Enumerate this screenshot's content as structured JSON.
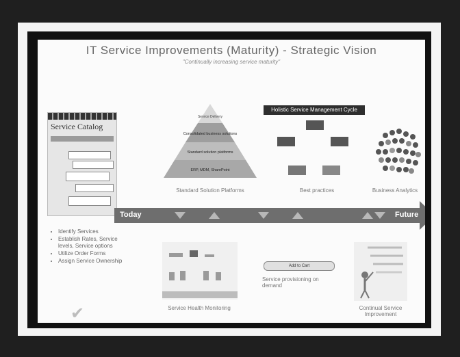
{
  "slide": {
    "title": "IT Service Improvements (Maturity) - Strategic Vision",
    "subtitle": "\"Continually increasing service maturity\""
  },
  "catalog": {
    "title": "Service Catalog"
  },
  "pyramid": {
    "levels": [
      "Service Delivery",
      "Consolidated business solutions",
      "Standard solution platforms",
      "ERP, MDM, SharePoint"
    ],
    "caption": "Standard Solution Platforms"
  },
  "cycle": {
    "title": "Holistic Service Management Cycle",
    "caption": "Best practices"
  },
  "analytics": {
    "caption": "Business Analytics"
  },
  "timeline": {
    "start_label": "Today",
    "end_label": "Future"
  },
  "bullets": [
    "Identify Services",
    "Establish Rates, Service levels, Service options",
    "Utilize Order Forms",
    "Assign Service Ownership"
  ],
  "health": {
    "caption": "Service Health Monitoring"
  },
  "provisioning": {
    "button_label": "Add to Cart",
    "caption": "Service provisioning on demand"
  },
  "improvement": {
    "caption": "Continual Service Improvement"
  }
}
